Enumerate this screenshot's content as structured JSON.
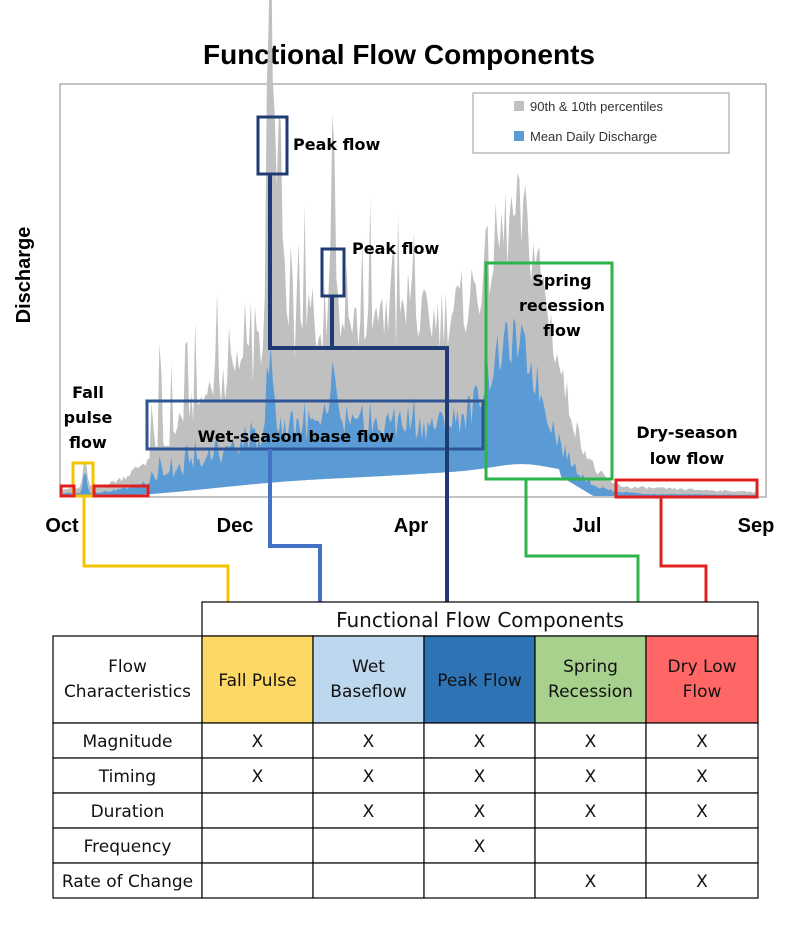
{
  "title": "Functional Flow Components",
  "y_axis_label": "Discharge",
  "x_ticks": [
    "Oct",
    "Dec",
    "Apr",
    "Jul",
    "Sep"
  ],
  "legend": {
    "percentiles": "90th & 10th percentiles",
    "mean": "Mean Daily Discharge"
  },
  "annotations": {
    "peak_flow_1": "Peak flow",
    "peak_flow_2": "Peak flow",
    "spring": [
      "Spring",
      "recession",
      "flow"
    ],
    "fall": [
      "Fall",
      "pulse",
      "flow"
    ],
    "wet_base": "Wet-season base flow",
    "dry": [
      "Dry-season",
      "low flow"
    ]
  },
  "colors": {
    "percentile_band": "#c0c0c0",
    "mean_band": "#5b9bd5",
    "fall": "#f5c400",
    "wet": "#4472c4",
    "peak": "#1f3b73",
    "spring": "#2db34a",
    "dry": "#e02020"
  },
  "table": {
    "header": "Functional Flow Components",
    "row_header": [
      "Flow",
      "Characteristics"
    ],
    "columns": [
      {
        "lines": [
          "Fall Pulse"
        ],
        "bg": "#fdd865"
      },
      {
        "lines": [
          "Wet",
          "Baseflow"
        ],
        "bg": "#bdd7ee"
      },
      {
        "lines": [
          "Peak Flow"
        ],
        "bg": "#2e74b5"
      },
      {
        "lines": [
          "Spring",
          "Recession"
        ],
        "bg": "#a9d18e"
      },
      {
        "lines": [
          "Dry Low",
          "Flow"
        ],
        "bg": "#ff6666"
      }
    ],
    "rows": [
      {
        "label": "Magnitude",
        "cells": [
          "X",
          "X",
          "X",
          "X",
          "X"
        ]
      },
      {
        "label": "Timing",
        "cells": [
          "X",
          "X",
          "X",
          "X",
          "X"
        ]
      },
      {
        "label": "Duration",
        "cells": [
          "",
          "X",
          "X",
          "X",
          "X"
        ]
      },
      {
        "label": "Frequency",
        "cells": [
          "",
          "",
          "X",
          "",
          ""
        ]
      },
      {
        "label": "Rate of Change",
        "cells": [
          "",
          "",
          "",
          "X",
          "X"
        ]
      }
    ]
  }
}
